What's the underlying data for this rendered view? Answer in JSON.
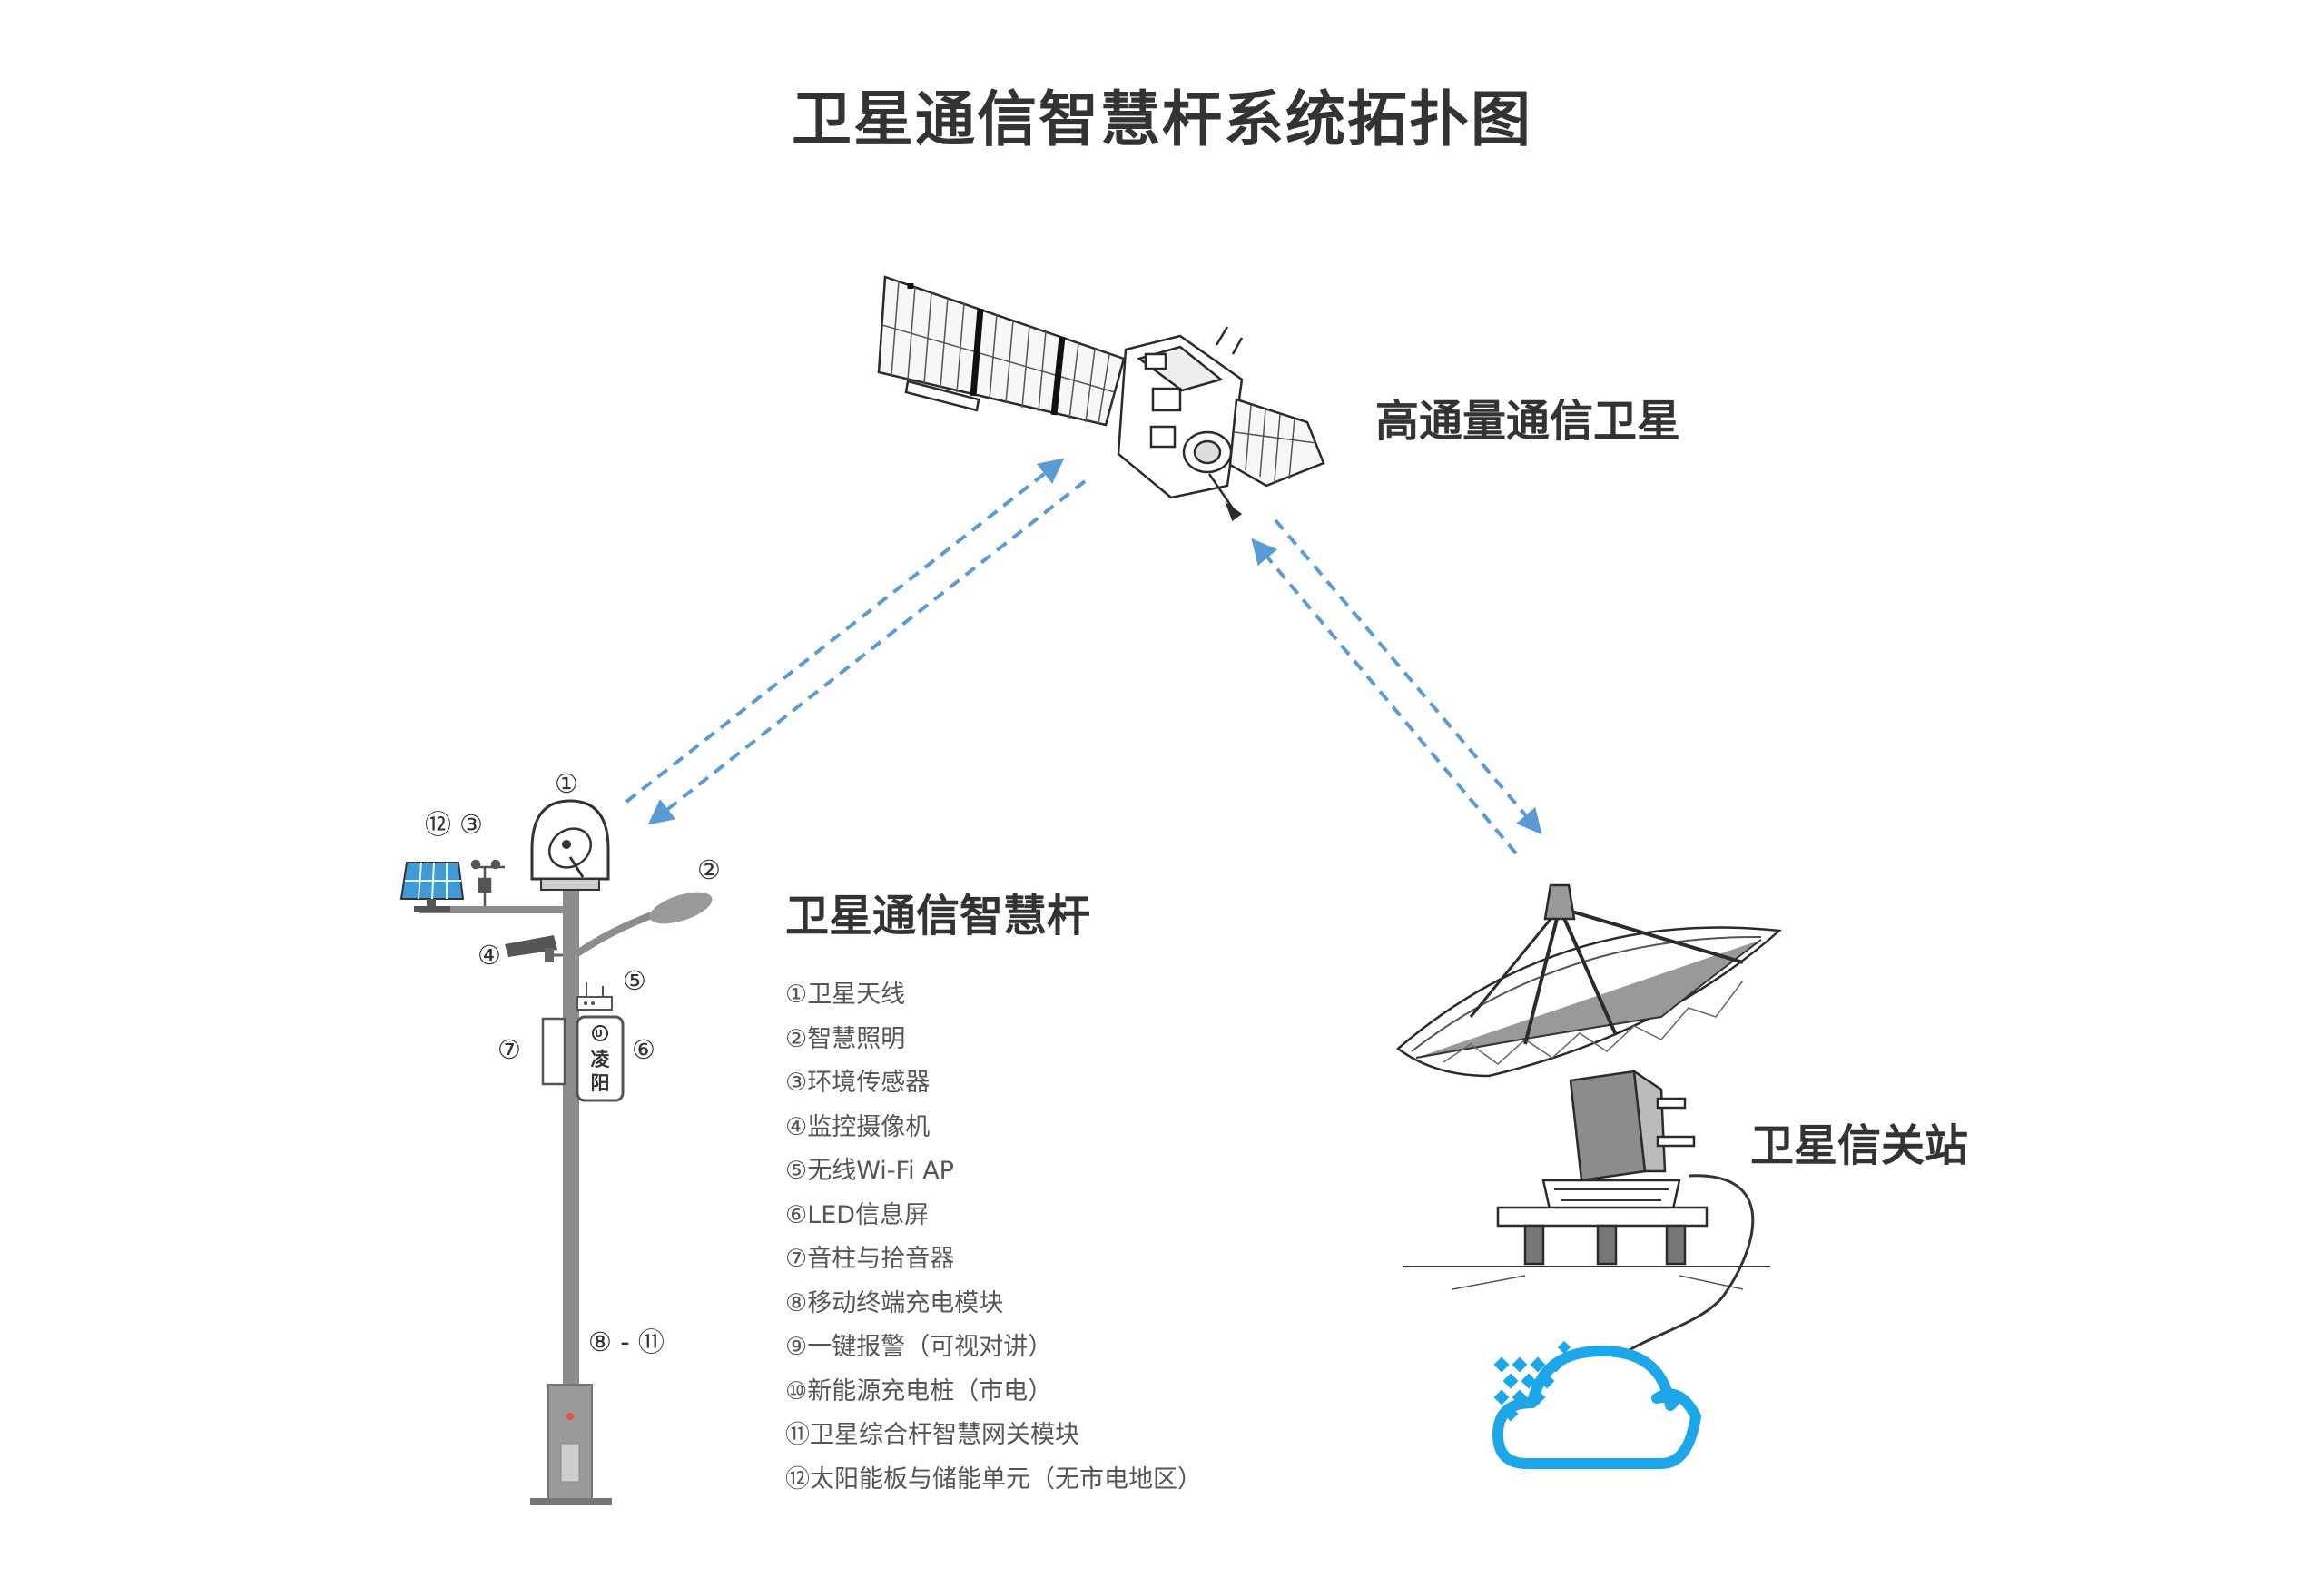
{
  "title": "卫星通信智慧杆系统拓扑图",
  "labels": {
    "satellite": "高通量通信卫星",
    "pole": "卫星通信智慧杆",
    "gateway": "卫星信关站"
  },
  "pole_markers": {
    "m1": "①",
    "m2": "②",
    "m3": "③",
    "m4": "④",
    "m5": "⑤",
    "m6": "⑥",
    "m7": "⑦",
    "m12": "⑫",
    "m8_11": "⑧ - ⑪"
  },
  "led_screen": {
    "line1": "凌",
    "line2": "阳"
  },
  "legend": [
    "①卫星天线",
    "②智慧照明",
    "③环境传感器",
    "④监控摄像机",
    "⑤无线Wi-Fi AP",
    "⑥LED信息屏",
    "⑦音柱与拾音器",
    "⑧移动终端充电模块",
    "⑨一键报警（可视对讲）",
    "⑩新能源充电桩（市电）",
    "⑪卫星综合杆智慧网关模块",
    "⑫太阳能板与储能单元（无市电地区）"
  ],
  "colors": {
    "link": "#5b9bd5",
    "cloud": "#1ea7e8",
    "pole": "#8c8c8c",
    "text": "#333333"
  }
}
